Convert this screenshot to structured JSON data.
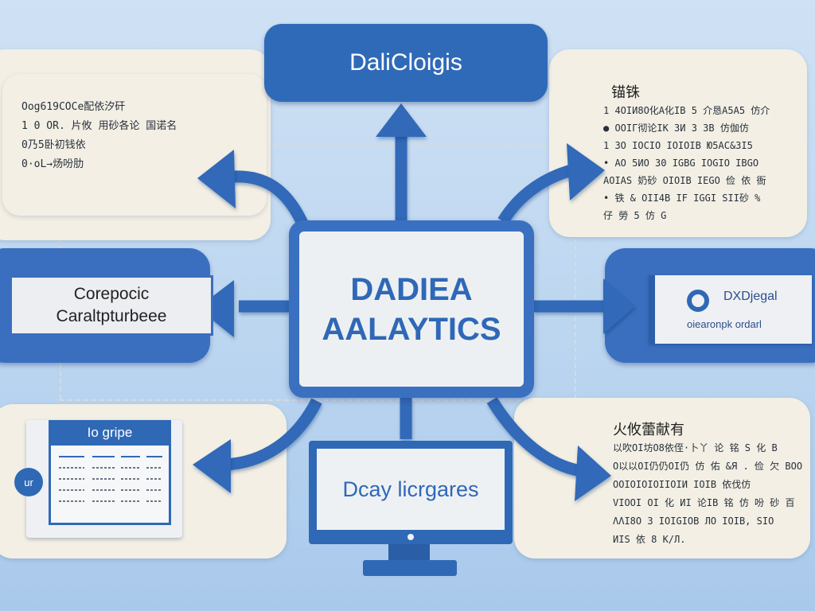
{
  "title_box": {
    "label": "DaliCloigis"
  },
  "center": {
    "line1": "DADIEA",
    "line2": "AALAYTICS"
  },
  "top_left_panel": {
    "lines": [
      "Oog619COCe配依汐矸",
      "1 0 OR. 片攸  用砂各论 国诺名",
      "0乃5卧初钱依",
      "0·oL→炀吩肋"
    ]
  },
  "top_right_panel": {
    "title": "锚铢",
    "lines": [
      "1 4OIИ8O化A化IB 5 介恳A5A5 仿介",
      "● OOIГ彻论IK 3И 3 3B 仿伽仿",
      "1 3O IOCIO IOIOIB Ю5AC&3I5",
      "• AO 5ИO 30 IGBG IOGIO IBGO",
      "AOIAS 奶砂 OIOIB IEGO 俭 依 衙",
      "• 铁 & OII4B IF IGGI SII砂 %",
      "仔 勞 5 仿 G"
    ]
  },
  "left_label": {
    "line1": "Corepocic",
    "line2": "Caraltpturbeee"
  },
  "right_label": {
    "line1": "DXDjegal",
    "line2": "oiearonpk ordarl"
  },
  "monitor": {
    "label": "Dcay licrgares"
  },
  "table_card": {
    "header": "Io gripe",
    "badge": "ur"
  },
  "bottom_right_panel": {
    "title": "火攸蕾献有",
    "lines": [
      "以吹OI坊O8依侄·卜丫 论 铭 S 化 B",
      "O以以OI仍仍OI仍 仿 佑 &Я . 俭 欠 BOO",
      "OOIOIOIOIIOIИ IOIB 依伐仿",
      "VIOOI OI 化 ИI 论IB 铭 仿 吩 砂 百",
      "ΛΛΙ8O 3 IOIGIOB ЛO IOIB, SIO",
      "ИIS 依 8 K/Л."
    ]
  },
  "colors": {
    "primary_blue": "#3a6fbf",
    "dark_blue": "#2f69b6",
    "panel_cream": "#f3efe4"
  }
}
